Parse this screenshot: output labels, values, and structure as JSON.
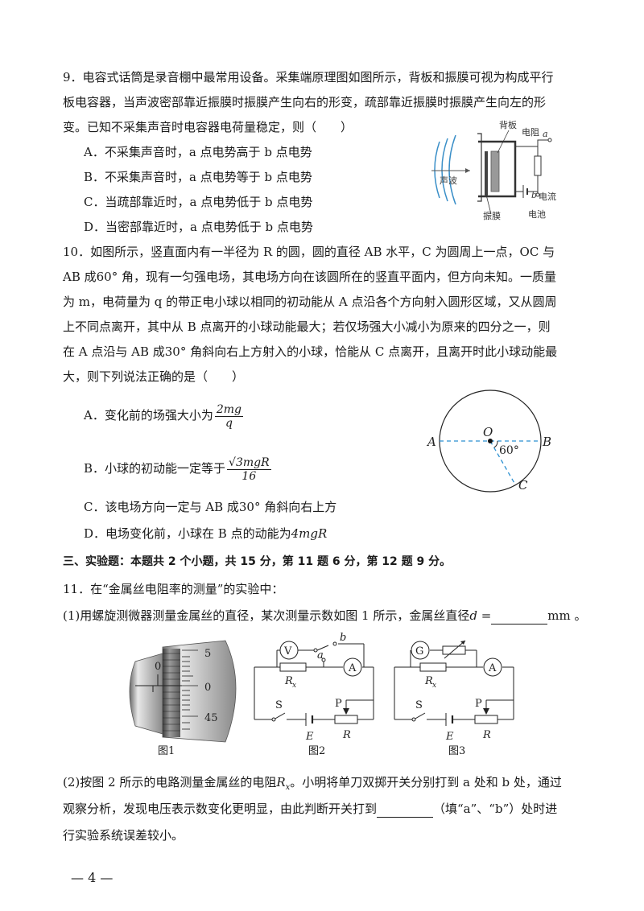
{
  "q9": {
    "line1": "9．电容式话筒是录音棚中最常用设备。采集端原理图如图所示，背板和振膜可视为构成平行",
    "line2": "板电容器，当声波密部靠近振膜时振膜产生向右的形变，疏部靠近振膜时振膜产生向左的形",
    "line3": "变。已知不采集声音时电容器电荷量稳定，则（　　）",
    "options": [
      "A．不采集声音时，a 点电势高于 b 点电势",
      "B．不采集声音时，a 点电势等于 b 点电势",
      "C．当疏部靠近时，a 点电势低于 b 点电势",
      "D．当密部靠近时，a 点电势低于 b 点电势"
    ],
    "figure": {
      "label_backplate": "背板",
      "label_resistor": "电阻",
      "label_a": "a",
      "label_b": "b",
      "label_current": "电流",
      "label_sound": "声波",
      "label_membrane": "振膜",
      "label_battery": "电池"
    }
  },
  "q10": {
    "line1": "10．如图所示，竖直面内有一半径为 R 的圆，圆的直径 AB 水平，C 为圆周上一点，OC 与",
    "line2": "AB 成60° 角，现有一匀强电场，其电场方向在该圆所在的竖直平面内，但方向未知。一质量",
    "line3": "为 m，电荷量为 q 的带正电小球以相同的初动能从 A 点沿各个方向射入圆形区域，又从圆周",
    "line4": "上不同点离开，其中从 B 点离开的小球动能最大；若仅场强大小减小为原来的四分之一，则",
    "line5": "在 A 点沿与 AB 成30° 角斜向右上方射入的小球，恰能从 C 点离开，且离开时此小球动能最",
    "line6": "大，则下列说法正确的是（　　）",
    "optA_text": "A．变化前的场强大小为",
    "optA_num": "2mg",
    "optA_den": "q",
    "optB_text": "B．小球的初动能一定等于",
    "optB_num": "√3mgR",
    "optB_den": "16",
    "optC": "C．该电场方向一定与 AB 成30° 角斜向右上方",
    "optD_text": "D．电场变化前，小球在 B 点的动能为",
    "optD_val": "4mgR",
    "figure": {
      "A": "A",
      "B": "B",
      "O": "O",
      "C": "C",
      "angle": "60°"
    }
  },
  "section3": {
    "title": "三、实验题：本题共 2 个小题，共 15 分，第 11 题 6 分，第 12 题 9 分。"
  },
  "q11": {
    "intro": "11．在“金属丝电阻率的测量”的实验中：",
    "part1_text": "(1)用螺旋测微器测量金属丝的直径，某次测量示数如图 1 所示，金属丝直径",
    "part1_var": "d",
    "part1_eq": " =",
    "part1_unit": "mm 。",
    "fig1": {
      "tick5": "5",
      "tick0": "0",
      "tick45": "45",
      "main0": "0",
      "caption": "图1"
    },
    "fig2": {
      "V": "V",
      "A": "A",
      "Rx": "R",
      "sub": "x",
      "a": "a",
      "b": "b",
      "S": "S",
      "P": "P",
      "E": "E",
      "R": "R",
      "caption": "图2"
    },
    "fig3": {
      "G": "G",
      "A": "A",
      "Rx": "R",
      "sub": "x",
      "S": "S",
      "P": "P",
      "E": "E",
      "R": "R",
      "caption": "图3"
    },
    "part2_line1a": "(2)按图 2 所示的电路测量金属丝的电阻",
    "part2_var": "R",
    "part2_sub": "x",
    "part2_line1b": "。小明将单刀双掷开关分别打到 a 处和 b 处，通过",
    "part2_line2a": "观察分析，发现电压表示数变化更明显，由此判断开关打到",
    "part2_line2b": "（填“a”、“b”）处时进",
    "part2_line3": "行实验系统误差较小。"
  },
  "footer": {
    "page": "— 4 —"
  }
}
